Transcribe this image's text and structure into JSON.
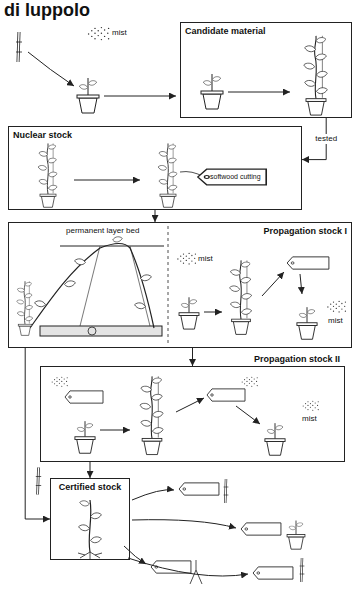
{
  "diagram": {
    "title": "di luppolo",
    "nodes": [
      {
        "text": [
          "Candidate material"
        ]
      },
      {
        "text": [
          "Nuclear stock"
        ]
      },
      {
        "text": [
          "Propagation stock I"
        ]
      },
      {
        "text": [
          "Propagation stock II"
        ]
      },
      {
        "text": [
          "Certified stock"
        ]
      }
    ],
    "edges": [
      {
        "from": 0,
        "to": 1,
        "label": "tested",
        "arrow": "to"
      },
      {
        "from": 1,
        "to": 2,
        "arrow": "to"
      },
      {
        "from": 2,
        "to": 3,
        "arrow": "to"
      },
      {
        "from": 2,
        "to": 4,
        "arrow": "to"
      },
      {
        "from": 3,
        "to": 4,
        "arrow": "to"
      }
    ],
    "labels": [
      "mist",
      "softwood cutting",
      "permanent layer bed",
      "mist",
      "mist",
      "mist"
    ]
  }
}
